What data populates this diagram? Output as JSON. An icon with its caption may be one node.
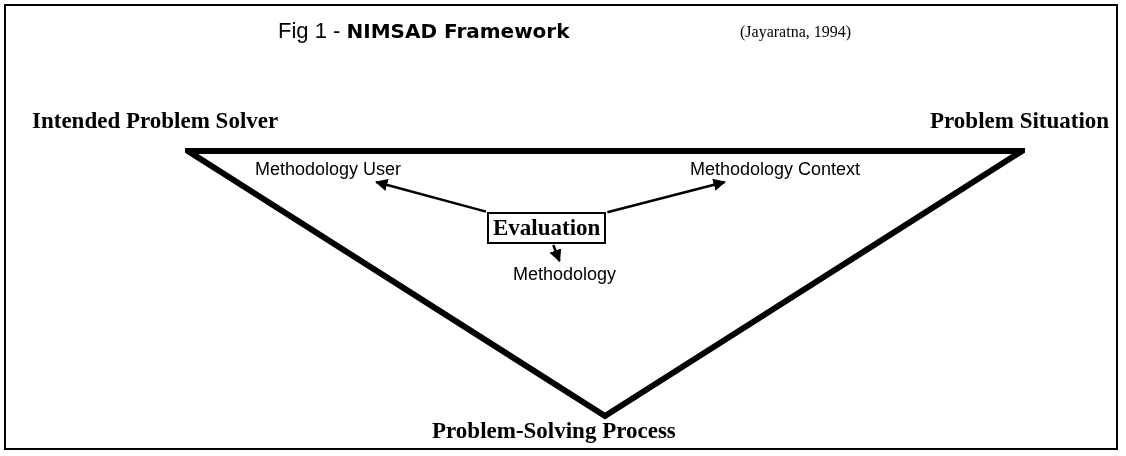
{
  "diagram": {
    "title": "Fig 1 - **NIMSAD Framework**",
    "nodes": [
      {
        "text": [],
        "shape": "triangle"
      },
      {
        "text": [
          "Methodology User"
        ],
        "in": 0
      },
      {
        "text": [
          "Methodology Context"
        ],
        "in": 0
      },
      {
        "text": [
          "Evaluation"
        ],
        "in": 0
      },
      {
        "text": [
          "Methodology"
        ],
        "in": 0
      }
    ],
    "edges": [
      {
        "from": 3,
        "to": 1,
        "arrow": "to"
      },
      {
        "from": 3,
        "to": 2,
        "arrow": "to"
      },
      {
        "from": 3,
        "to": 4,
        "arrow": "to"
      }
    ],
    "labels": [
      "(Jayaratna, 1994)",
      "Intended Problem Solver",
      "Problem Situation",
      "Problem-Solving Process"
    ]
  }
}
